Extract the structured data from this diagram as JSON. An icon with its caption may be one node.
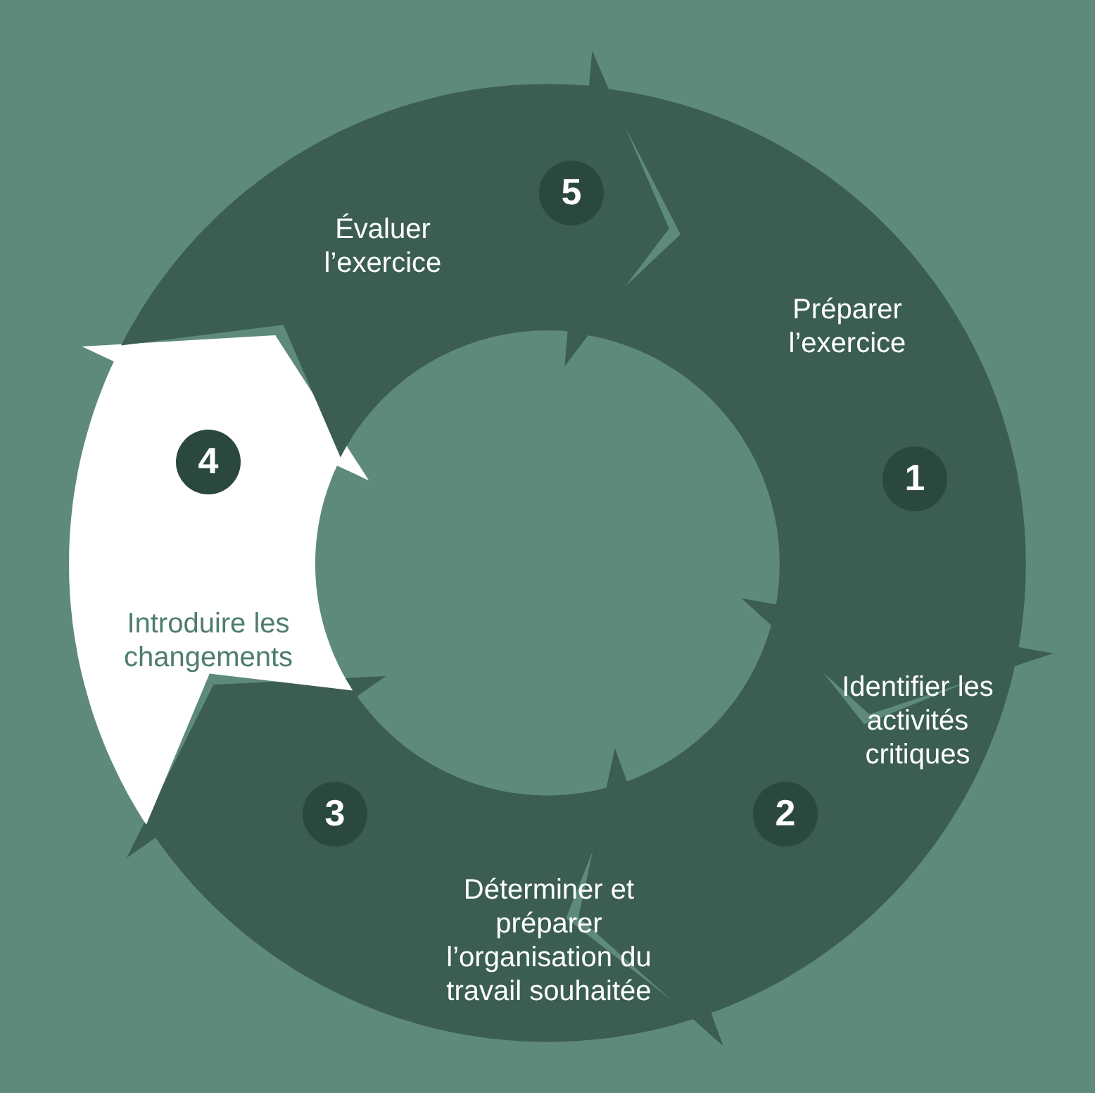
{
  "diagram": {
    "nodes": [
      {
        "text": [
          "Préparer l’exercice",
          "1"
        ]
      },
      {
        "text": [
          "Identifier les activités critiques",
          "2"
        ]
      },
      {
        "text": [
          "3",
          "Déterminer et préparer l’organisation du travail souhaitée"
        ]
      },
      {
        "text": [
          "4",
          "Introduire les changements"
        ]
      },
      {
        "text": [
          "5",
          "Évaluer l’exercice"
        ]
      }
    ]
  }
}
